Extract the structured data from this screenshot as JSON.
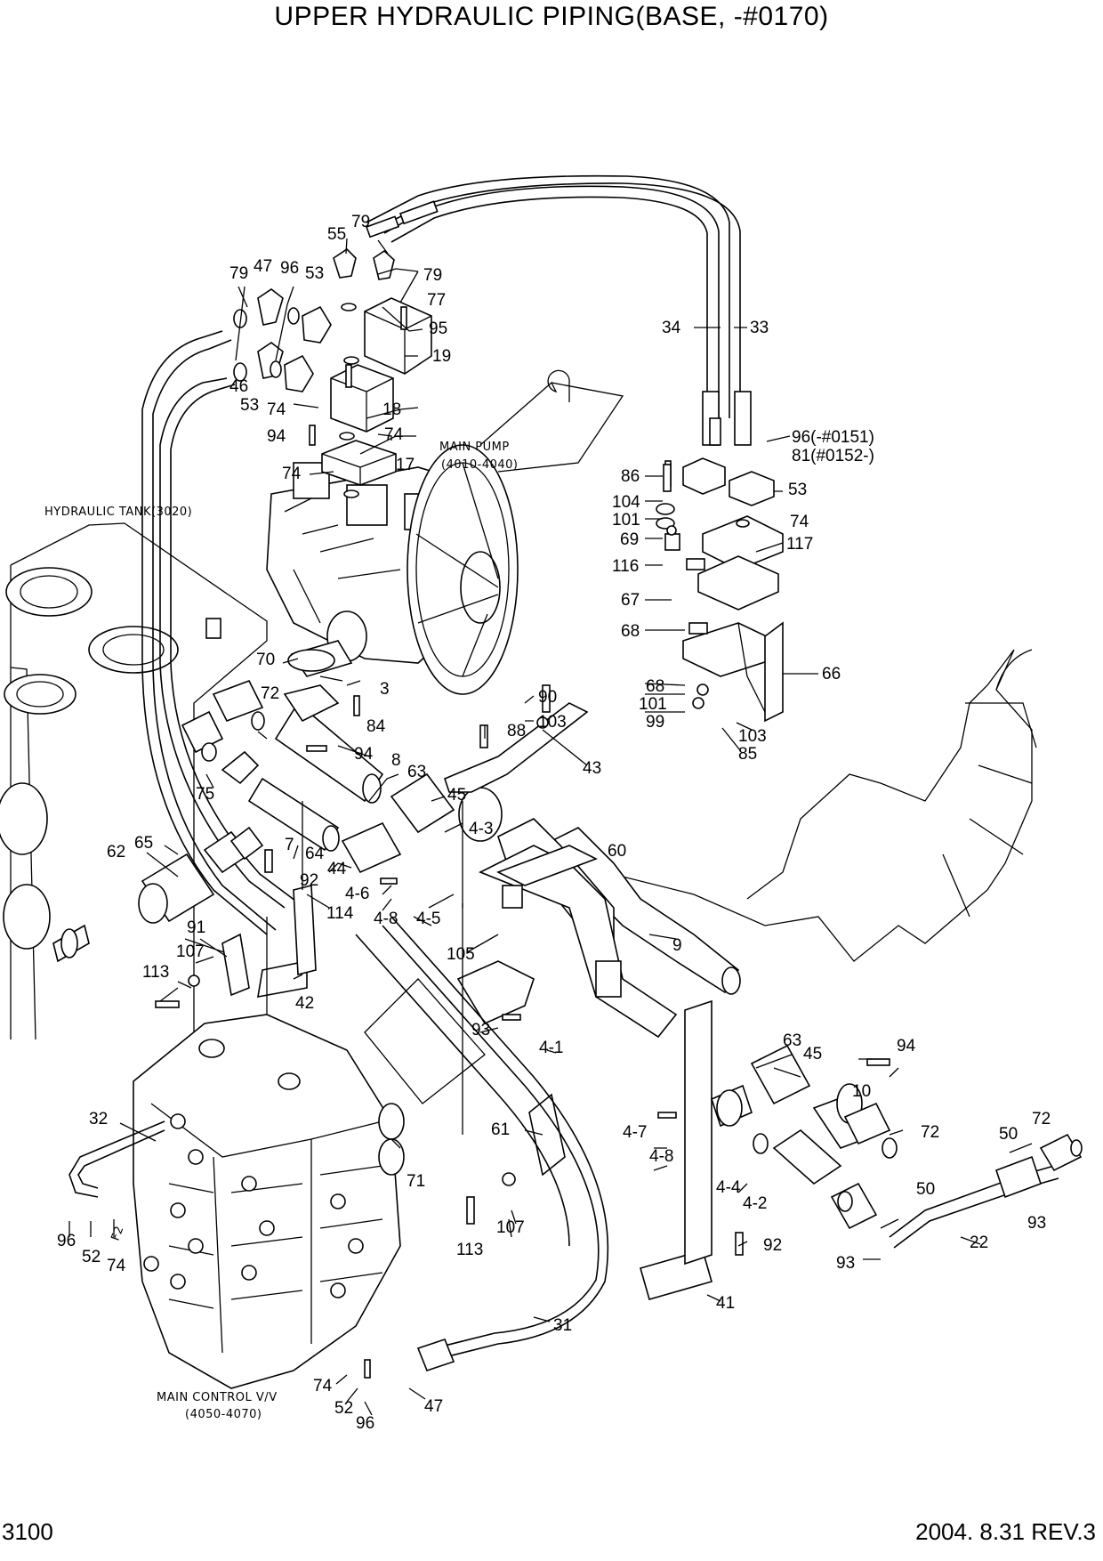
{
  "title": "UPPER HYDRAULIC PIPING(BASE, -#0170)",
  "page_number": "3100",
  "revision": "2004. 8.31 REV.3",
  "notes": {
    "hydraulic_tank": "HYDRAULIC TANK(3020)",
    "main_pump_1": "MAIN PUMP",
    "main_pump_2": "(4010-4040)",
    "main_control_1": "MAIN CONTROL V/V",
    "main_control_2": "(4050-4070)"
  },
  "callouts": [
    {
      "id": "c-79a",
      "text": "79"
    },
    {
      "id": "c-55",
      "text": "55"
    },
    {
      "id": "c-79b",
      "text": "79"
    },
    {
      "id": "c-47a",
      "text": "47"
    },
    {
      "id": "c-96a",
      "text": "96"
    },
    {
      "id": "c-53a",
      "text": "53"
    },
    {
      "id": "c-79c",
      "text": "79"
    },
    {
      "id": "c-77",
      "text": "77"
    },
    {
      "id": "c-95",
      "text": "95"
    },
    {
      "id": "c-19",
      "text": "19"
    },
    {
      "id": "c-46",
      "text": "46"
    },
    {
      "id": "c-53b",
      "text": "53"
    },
    {
      "id": "c-74a",
      "text": "74"
    },
    {
      "id": "c-18",
      "text": "18"
    },
    {
      "id": "c-94a",
      "text": "94"
    },
    {
      "id": "c-74b",
      "text": "74"
    },
    {
      "id": "c-74c",
      "text": "74"
    },
    {
      "id": "c-17",
      "text": "17"
    },
    {
      "id": "c-34",
      "text": "34"
    },
    {
      "id": "c-33",
      "text": "33"
    },
    {
      "id": "c-96b",
      "text": "96(-#0151)"
    },
    {
      "id": "c-81",
      "text": "81(#0152-)"
    },
    {
      "id": "c-86",
      "text": "86"
    },
    {
      "id": "c-53c",
      "text": "53"
    },
    {
      "id": "c-104",
      "text": "104"
    },
    {
      "id": "c-101a",
      "text": "101"
    },
    {
      "id": "c-74d",
      "text": "74"
    },
    {
      "id": "c-69",
      "text": "69"
    },
    {
      "id": "c-117",
      "text": "117"
    },
    {
      "id": "c-116",
      "text": "116"
    },
    {
      "id": "c-67",
      "text": "67"
    },
    {
      "id": "c-68a",
      "text": "68"
    },
    {
      "id": "c-66",
      "text": "66"
    },
    {
      "id": "c-68b",
      "text": "68"
    },
    {
      "id": "c-101b",
      "text": "101"
    },
    {
      "id": "c-99",
      "text": "99"
    },
    {
      "id": "c-103a",
      "text": "103"
    },
    {
      "id": "c-85",
      "text": "85"
    },
    {
      "id": "c-90",
      "text": "90"
    },
    {
      "id": "c-103b",
      "text": "103"
    },
    {
      "id": "c-88",
      "text": "88"
    },
    {
      "id": "c-43",
      "text": "43"
    },
    {
      "id": "c-70",
      "text": "70"
    },
    {
      "id": "c-3",
      "text": "3"
    },
    {
      "id": "c-72a",
      "text": "72"
    },
    {
      "id": "c-84",
      "text": "84"
    },
    {
      "id": "c-94b",
      "text": "94"
    },
    {
      "id": "c-8",
      "text": "8"
    },
    {
      "id": "c-75",
      "text": "75"
    },
    {
      "id": "c-63a",
      "text": "63"
    },
    {
      "id": "c-45a",
      "text": "45"
    },
    {
      "id": "c-4-3",
      "text": "4-3"
    },
    {
      "id": "c-62",
      "text": "62"
    },
    {
      "id": "c-65",
      "text": "65"
    },
    {
      "id": "c-7",
      "text": "7"
    },
    {
      "id": "c-64",
      "text": "64"
    },
    {
      "id": "c-60",
      "text": "60"
    },
    {
      "id": "c-44",
      "text": "44"
    },
    {
      "id": "c-92a",
      "text": "92"
    },
    {
      "id": "c-4-6",
      "text": "4-6"
    },
    {
      "id": "c-4-8a",
      "text": "4-8"
    },
    {
      "id": "c-4-5",
      "text": "4-5"
    },
    {
      "id": "c-114",
      "text": "114"
    },
    {
      "id": "c-91",
      "text": "91"
    },
    {
      "id": "c-107a",
      "text": "107"
    },
    {
      "id": "c-9",
      "text": "9"
    },
    {
      "id": "c-105",
      "text": "105"
    },
    {
      "id": "c-113a",
      "text": "113"
    },
    {
      "id": "c-42",
      "text": "42"
    },
    {
      "id": "c-93a",
      "text": "93"
    },
    {
      "id": "c-4-1",
      "text": "4-1"
    },
    {
      "id": "c-63b",
      "text": "63"
    },
    {
      "id": "c-45b",
      "text": "45"
    },
    {
      "id": "c-94c",
      "text": "94"
    },
    {
      "id": "c-10",
      "text": "10"
    },
    {
      "id": "c-32",
      "text": "32"
    },
    {
      "id": "c-61",
      "text": "61"
    },
    {
      "id": "c-4-7",
      "text": "4-7"
    },
    {
      "id": "c-4-8b",
      "text": "4-8"
    },
    {
      "id": "c-72b",
      "text": "72"
    },
    {
      "id": "c-72c",
      "text": "72"
    },
    {
      "id": "c-50a",
      "text": "50"
    },
    {
      "id": "c-71",
      "text": "71"
    },
    {
      "id": "c-4-4",
      "text": "4-4"
    },
    {
      "id": "c-4-2",
      "text": "4-2"
    },
    {
      "id": "c-50b",
      "text": "50"
    },
    {
      "id": "c-93b",
      "text": "93"
    },
    {
      "id": "c-96c",
      "text": "96"
    },
    {
      "id": "c-52a",
      "text": "52"
    },
    {
      "id": "c-74e",
      "text": "74"
    },
    {
      "id": "c-113b",
      "text": "113"
    },
    {
      "id": "c-107b",
      "text": "107"
    },
    {
      "id": "c-92b",
      "text": "92"
    },
    {
      "id": "c-22",
      "text": "22"
    },
    {
      "id": "c-93c",
      "text": "93"
    },
    {
      "id": "c-41",
      "text": "41"
    },
    {
      "id": "c-31",
      "text": "31"
    },
    {
      "id": "c-74f",
      "text": "74"
    },
    {
      "id": "c-52b",
      "text": "52"
    },
    {
      "id": "c-47b",
      "text": "47"
    },
    {
      "id": "c-96d",
      "text": "96"
    },
    {
      "id": "c-f2",
      "text": "F2"
    }
  ]
}
